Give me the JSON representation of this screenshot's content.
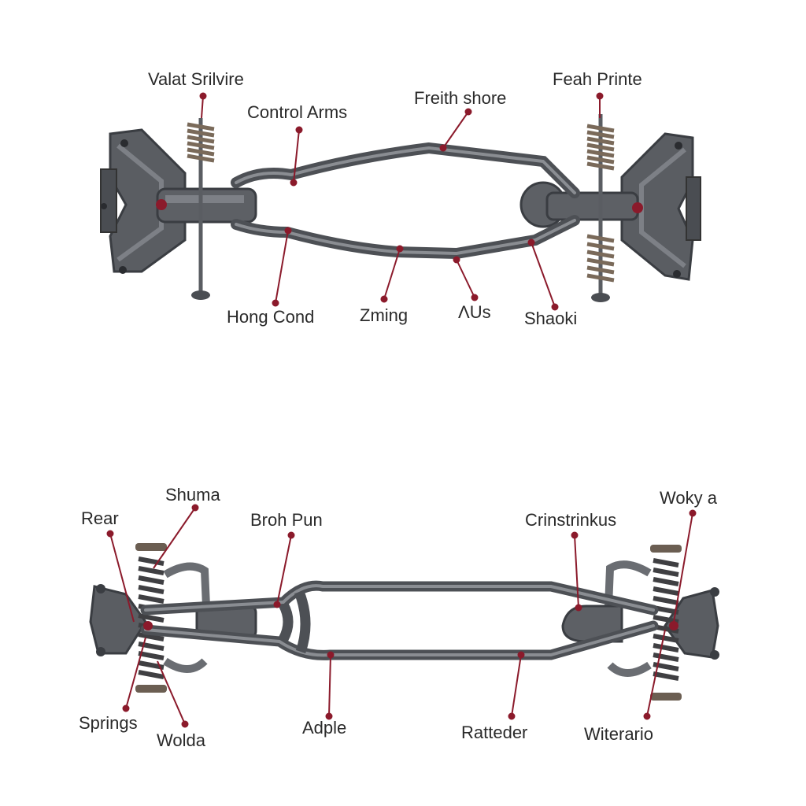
{
  "colors": {
    "leader": "#8b1a2b",
    "metal": "#55585d",
    "metal_dark": "#3a3d42",
    "metal_light": "#8a8d92",
    "spring": "#7a6a5a"
  },
  "top_diagram": {
    "labels": {
      "valat_srilvire": "Valat Srilvire",
      "control_arms": "Control Arms",
      "freith_shore": "Freith shore",
      "feah_printe": "Feah Printe",
      "hong_cond": "Hong Cond",
      "zming": "Zming",
      "ius": "ΛUs",
      "shaoki": "Shaoki"
    }
  },
  "bottom_diagram": {
    "labels": {
      "shuma": "Shuma",
      "rear": "Rear",
      "broh_pun": "Broh Pun",
      "crinstrinkus": "Crinstrinkus",
      "woky_a": "Woky a",
      "springs": "Springs",
      "wolda": "Wolda",
      "adple": "Adple",
      "ratteder": "Rattеder",
      "witerario": "Witerario"
    }
  }
}
